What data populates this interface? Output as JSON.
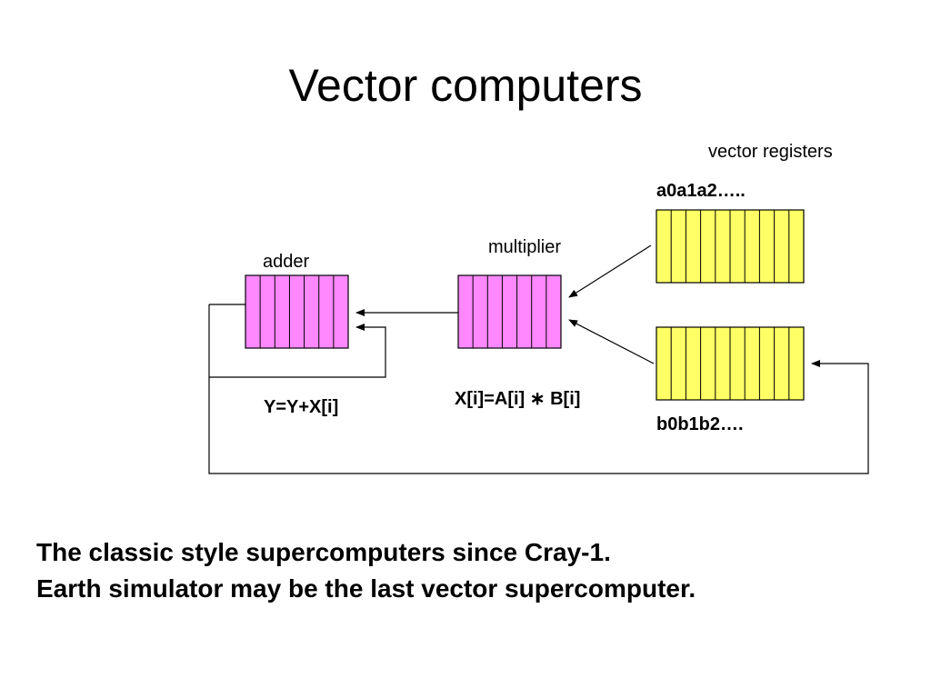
{
  "slide": {
    "title": "Vector computers",
    "bottom_lines": [
      "The classic style supercomputers since Cray-1.",
      "Earth simulator may be the last vector supercomputer."
    ]
  },
  "diagram": {
    "labels": {
      "vector_registers": "vector registers",
      "register_a": "a0a1a2…..",
      "register_b": "b0b1b2….",
      "multiplier": "multiplier",
      "adder": "adder",
      "adder_formula": "Y=Y+X[i]",
      "multiplier_formula": "X[i]=A[i] ∗ B[i]"
    },
    "colors": {
      "register_fill": "#ffff66",
      "unit_fill": "#ff88ff",
      "line": "#000000"
    },
    "register_cells": 10,
    "unit_cells": 7
  }
}
